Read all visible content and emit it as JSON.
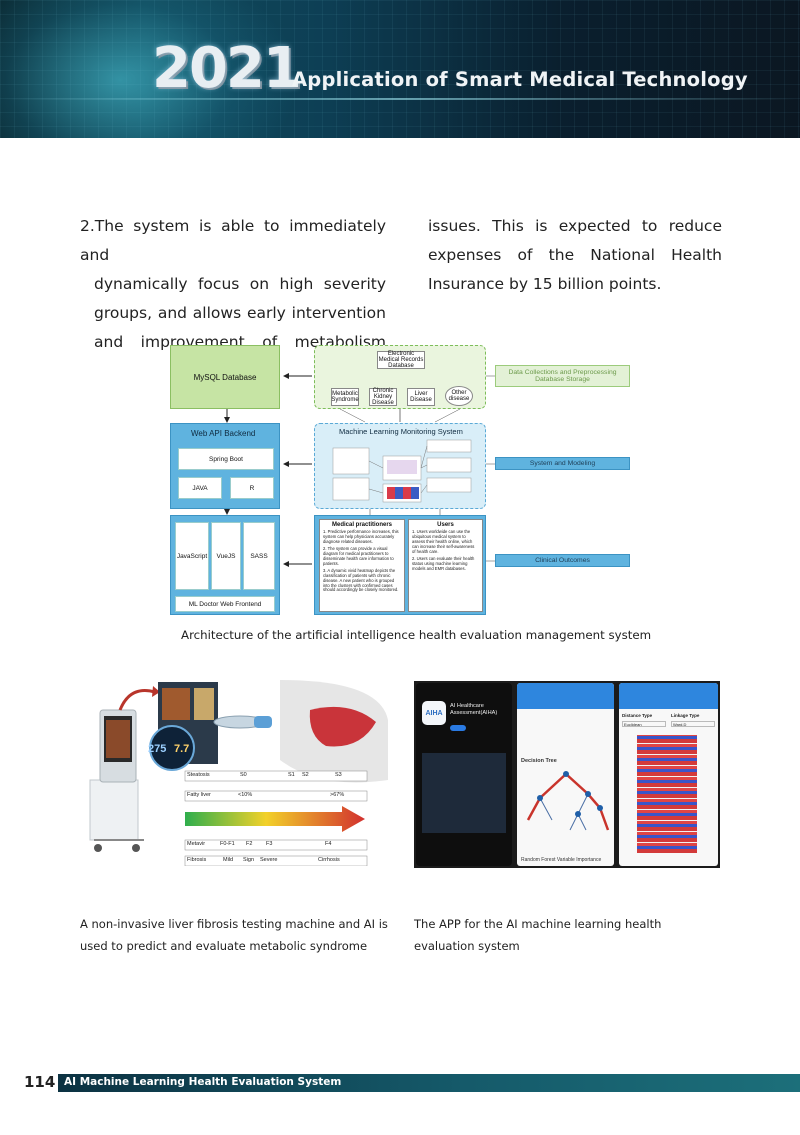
{
  "header": {
    "year": "2021",
    "title": "Application of Smart Medical Technology"
  },
  "body": {
    "left_lines": [
      "2.The system is able to immediately and",
      "dynamically focus on high severity",
      "groups, and allows early intervention",
      "and improvement of metabolism"
    ],
    "right_lines": [
      "issues. This is expected to reduce",
      "expenses of the National Health",
      "Insurance by 15 billion points."
    ]
  },
  "diagram": {
    "mysql": "MySQL Database",
    "emr": "Electronic Medical Records Database",
    "metabolic": "Metabolic Syndrome",
    "ckd": "Chronic Kidney Disease",
    "liver": "Liver Disease",
    "other": "Other disease",
    "web_api": "Web API Backend",
    "spring": "Spring Boot",
    "java": "JAVA",
    "r": "R",
    "mlms": "Machine Learning Monitoring System",
    "frontend": "ML Doctor Web Frontend",
    "js": "JavaScript",
    "vue": "VueJS",
    "sass": "SASS",
    "medical_title": "Medical practitioners",
    "medical_1": "1. Predictive performance increases, this system can help physicians accurately diagnose related diseases.",
    "medical_2": "2. The system can provide a visual diagram for medical practitioners to disseminate health care information to patients.",
    "medical_3": "3. A dynamic vivid heatmap depicts the classification of patients with chronic disease. A new patient who is grouped into the clusters with confirmed cases should accordingly be closely monitored.",
    "users_title": "Users",
    "users_1": "1. Users worldwide can use the ubiquitous medical system to assess their health online, which can increase their self-awareness of health care.",
    "users_2": "2. Users can evaluate their health status using machine learning models and EMR databases.",
    "tag_1": "Data Collections and Preprocessing Database Storage",
    "tag_2": "System and Modeling",
    "tag_3": "Clinical Outcomes",
    "caption": "Architecture of the artificial intelligence health evaluation management system"
  },
  "liver_panel": {
    "steatosis": "Steatosis",
    "s0": "S0",
    "s1": "S1",
    "s2": "S2",
    "s3": "S3",
    "fatty": "Fatty liver",
    "lt10": "<10%",
    "gt67": ">67%",
    "metavir": "Metavir",
    "f0f1": "F0-F1",
    "f2": "F2",
    "f3": "F3",
    "f4": "F4",
    "fibrosis": "Fibrosis",
    "mild": "Mild",
    "sign": "Sign",
    "severe": "Severe",
    "cirrhosis": "Cirrhosis",
    "readout_1": "275",
    "readout_2": "7.7",
    "caption": "A non-invasive liver fibrosis testing machine and AI is used to predict and evaluate metabolic syndrome"
  },
  "app_panel": {
    "app_name": "AI Healthcare Assessment(AIHA)",
    "logo": "AIHA",
    "decision_tree": "Decision Tree",
    "rf_importance": "Random Forest Variable Importance",
    "distance_type": "Distance Type",
    "linkage_type": "Linkage Type",
    "euclidean": "Euclidean",
    "ward": "Ward.D",
    "caption": "The APP for the AI machine learning health evaluation system"
  },
  "footer": {
    "page_number": "114",
    "section": "AI Machine Learning Health Evaluation System"
  }
}
